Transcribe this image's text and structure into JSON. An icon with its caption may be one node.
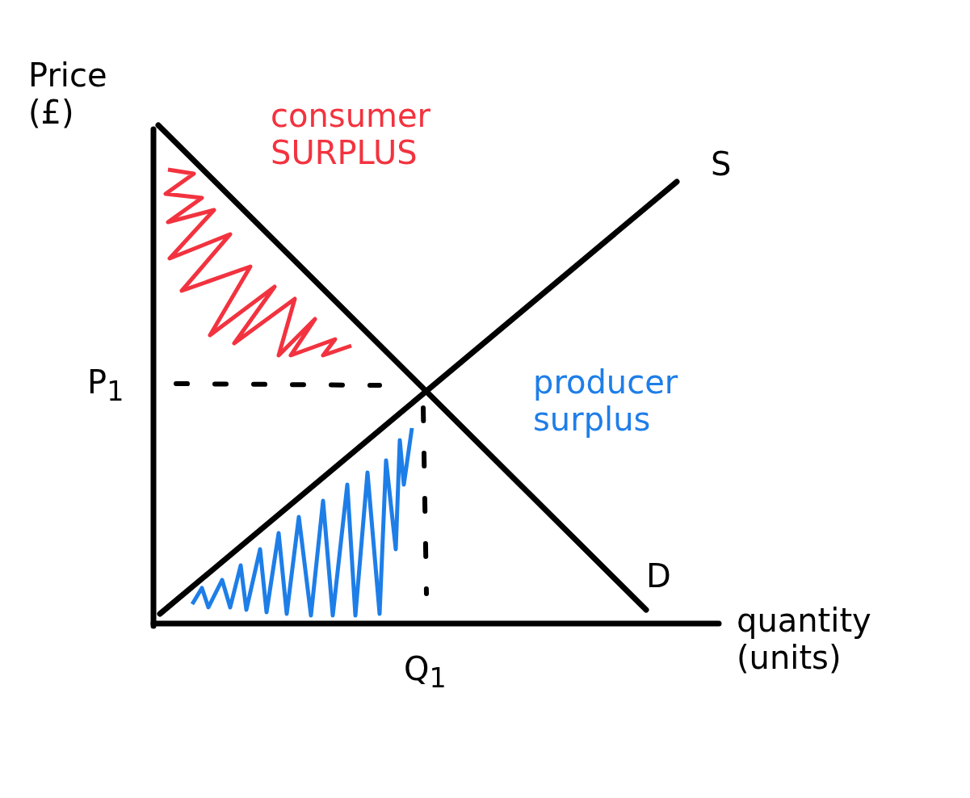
{
  "diagram": {
    "labels": [
      "Price (£)",
      "consumer SURPLUS",
      "S",
      "P$_{1}$",
      "producer surplus",
      "D",
      "quantity (units)",
      "Q$_{1}$"
    ]
  }
}
